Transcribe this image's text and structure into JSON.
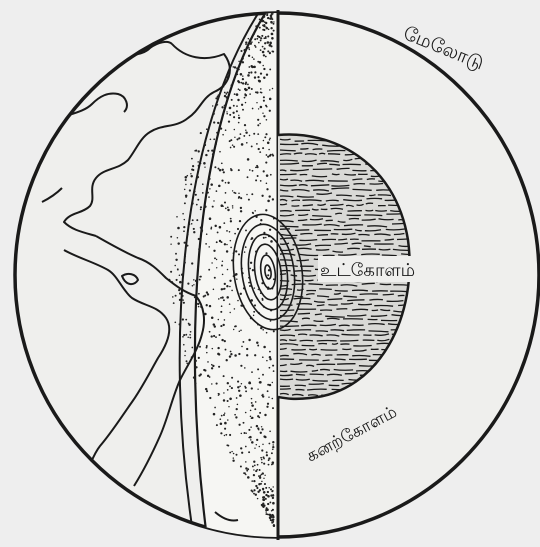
{
  "diagram": {
    "labels": {
      "crust": "மேலோடு",
      "inner_core": "உட்கோளம்",
      "mantle": "கனற்கோளம்"
    },
    "colors": {
      "background": "#eeeeee",
      "ink": "#1a1a1a",
      "crust_fill": "#f6f6f3"
    }
  }
}
